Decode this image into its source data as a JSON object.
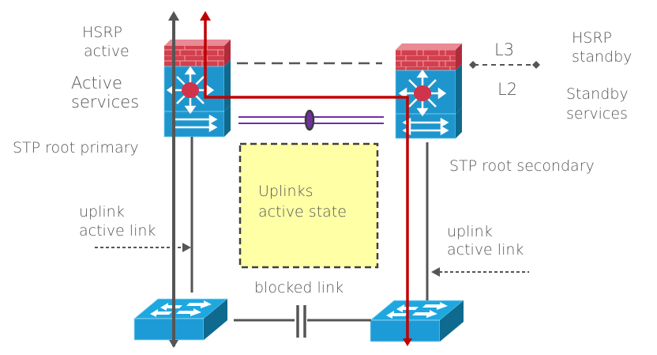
{
  "colors": {
    "text": "#555555",
    "link_gray": "#555555",
    "traffic_red": "#c00000",
    "firewall_red": "#d2404e",
    "device_blue": "#1e96cd",
    "device_side": "#0f6a8f",
    "switch_blue": "#1fa7e0",
    "etherchannel_purple": "#7030a0",
    "note_fill": "#ffffa6",
    "router_dot": "#d0344a"
  },
  "left_distribution": {
    "hsrp_label": [
      "HSRP",
      "active"
    ],
    "services_label": [
      "Active",
      "services"
    ],
    "stp_label": "STP root primary",
    "icon": "firewall-multilayer-switch-icon"
  },
  "right_distribution": {
    "hsrp_label": [
      "HSRP",
      "standby"
    ],
    "services_label": [
      "Standby",
      "services"
    ],
    "stp_label": "STP root secondary",
    "icon": "firewall-multilayer-switch-icon"
  },
  "layer_boundary": {
    "upper": "L3",
    "lower": "L2"
  },
  "note_box": {
    "lines": [
      "Uplinks",
      "active state"
    ]
  },
  "left_uplink_label": [
    "uplink",
    "active link"
  ],
  "right_uplink_label": [
    "uplink",
    "active link"
  ],
  "blocked_link_label": "blocked link",
  "access_switches": [
    {
      "name": "left-access-switch",
      "icon": "workgroup-switch-icon"
    },
    {
      "name": "right-access-switch",
      "icon": "workgroup-switch-icon"
    }
  ]
}
